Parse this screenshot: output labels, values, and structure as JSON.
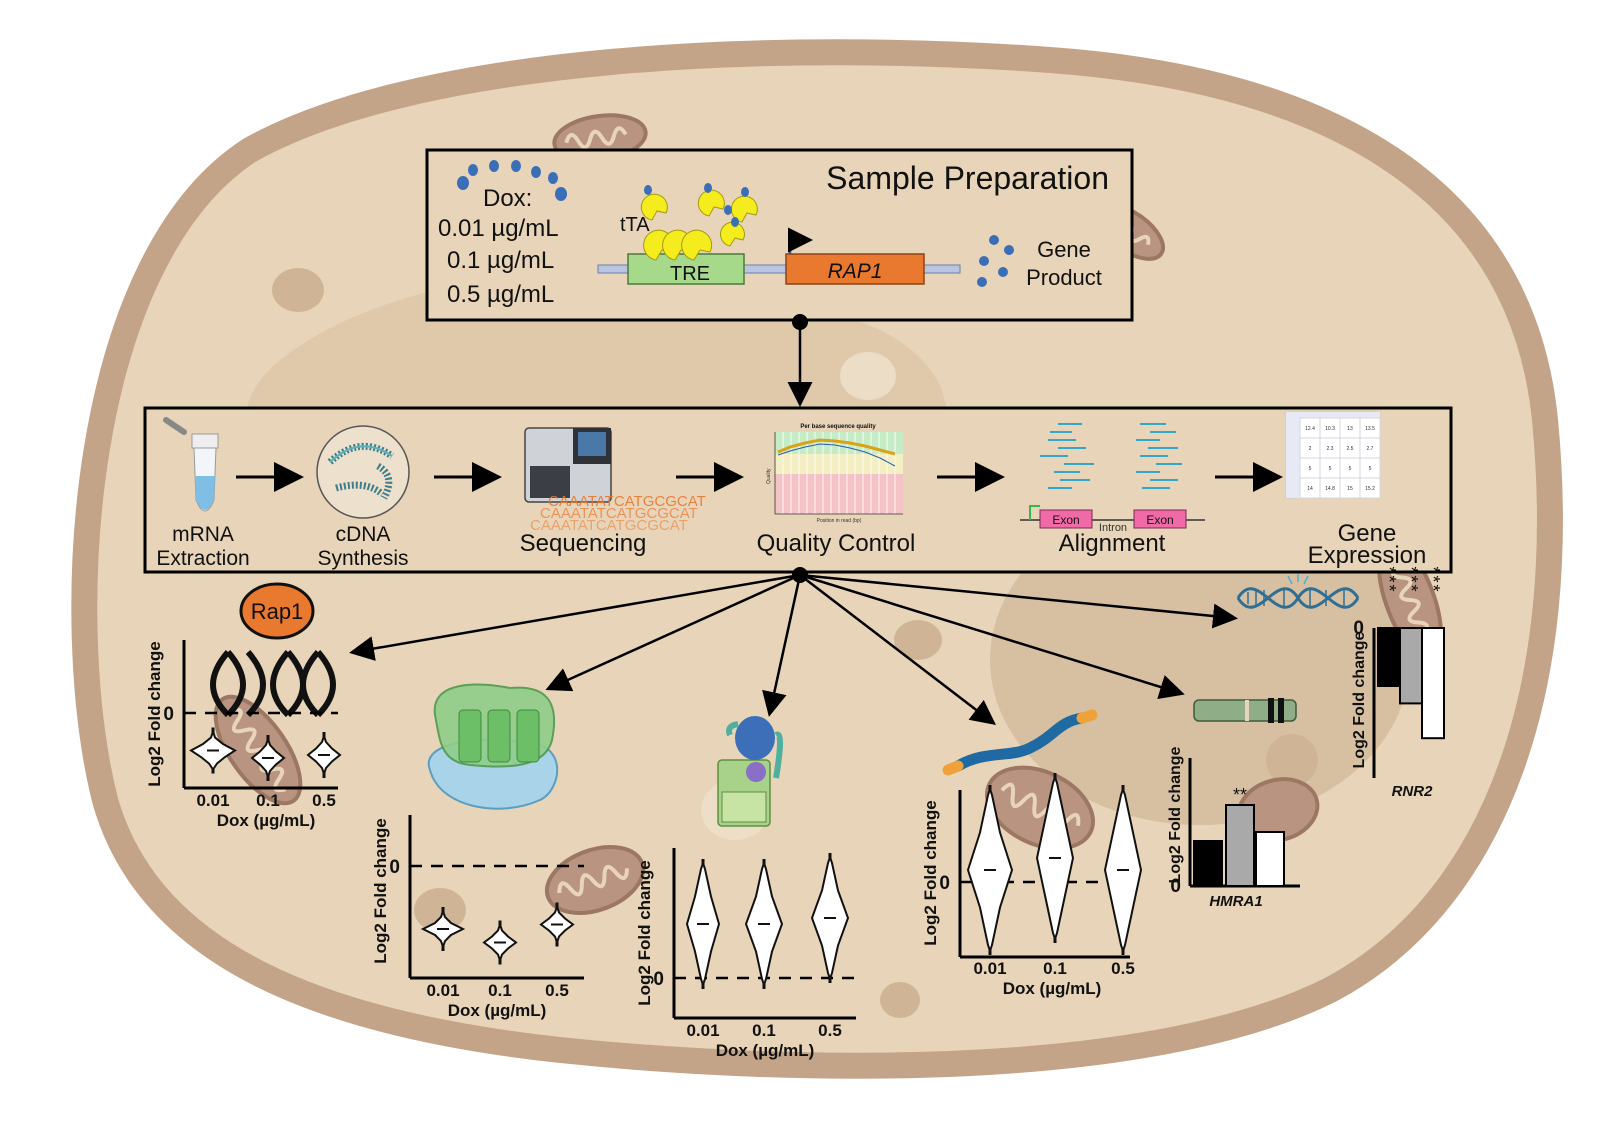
{
  "sample_prep": {
    "title": "Sample Preparation",
    "dox_label": "Dox:",
    "concentrations": [
      "0.01 µg/mL",
      "0.1 µg/mL",
      "0.5 µg/mL"
    ],
    "tta_label": "tTA",
    "tre_label": "TRE",
    "gene_label": "RAP1",
    "product_label_1": "Gene",
    "product_label_2": "Product"
  },
  "pipeline": {
    "steps": [
      {
        "line1": "mRNA",
        "line2": "Extraction"
      },
      {
        "line1": "cDNA",
        "line2": "Synthesis"
      },
      {
        "line1": "Sequencing",
        "line2": ""
      },
      {
        "line1": "Quality Control",
        "line2": ""
      },
      {
        "line1": "Alignment",
        "line2": ""
      },
      {
        "line1": "Gene",
        "line2": "Expression"
      }
    ],
    "qc_title": "Per base sequence quality",
    "qc_xlabel": "Position in read (bp)",
    "qc_ylabel": "Quality",
    "seq_text": "CAAATATCATGCGCAT",
    "exon_label": "Exon",
    "intron_label": "Intron",
    "table_values": [
      [
        "12.4",
        "10.3",
        "13",
        "13.5"
      ],
      [
        "2",
        "2.3",
        "2.5",
        "2.7"
      ],
      [
        "5",
        "5",
        "5",
        "5"
      ],
      [
        "14",
        "14.8",
        "15",
        "15.2"
      ]
    ]
  },
  "rap1_label": "Rap1",
  "axis_text": {
    "ylabel": "Log2 Fold change",
    "xlabel": "Dox (µg/mL)",
    "zero": "0",
    "ticks": [
      "0.01",
      "0.1",
      "0.5"
    ]
  },
  "bar_charts": {
    "hmra1": {
      "gene": "HMRA1",
      "significance": [
        "",
        "**",
        ""
      ]
    },
    "rnr2": {
      "gene": "RNR2",
      "significance": [
        "***",
        "***",
        "***"
      ]
    }
  },
  "colors": {
    "cell": "#e8d5b9",
    "cell_border": "#c4a488",
    "rap1_orange": "#e8792e",
    "tre_green": "#a6d98a",
    "tta_yellow": "#f4ec1c",
    "dox_blue": "#3a6fb8",
    "exon_pink": "#f06aa7"
  },
  "chart_data": [
    {
      "type": "violin",
      "group": "Rap1 binding targets",
      "categories": [
        "0.01",
        "0.1",
        "0.5"
      ],
      "values": [
        -0.25,
        -0.3,
        -0.28
      ],
      "ylabel": "Log2 Fold change",
      "xlabel": "Dox (µg/mL)",
      "reference_line": 0
    },
    {
      "type": "violin",
      "group": "ribosome biogenesis genes",
      "categories": [
        "0.01",
        "0.1",
        "0.5"
      ],
      "values": [
        -0.7,
        -0.85,
        -0.65
      ],
      "ylabel": "Log2 Fold change",
      "xlabel": "Dox (µg/mL)",
      "reference_line": 0
    },
    {
      "type": "violin",
      "group": "proteasome genes",
      "categories": [
        "0.01",
        "0.1",
        "0.5"
      ],
      "values": [
        0.45,
        0.45,
        0.5
      ],
      "ylabel": "Log2 Fold change",
      "xlabel": "Dox (µg/mL)",
      "reference_line": 0
    },
    {
      "type": "violin",
      "group": "telomere genes",
      "categories": [
        "0.01",
        "0.1",
        "0.5"
      ],
      "values": [
        0.05,
        0.1,
        0.05
      ],
      "ylabel": "Log2 Fold change",
      "xlabel": "Dox (µg/mL)",
      "reference_line": 0
    },
    {
      "type": "bar",
      "gene": "HMRA1",
      "categories": [
        "0.01",
        "0.1",
        "0.5"
      ],
      "values": [
        1.0,
        1.8,
        1.2
      ],
      "ylabel": "Log2 Fold change",
      "significance": [
        "",
        "**",
        ""
      ]
    },
    {
      "type": "bar",
      "gene": "RNR2",
      "categories": [
        "0.01",
        "0.1",
        "0.5"
      ],
      "values": [
        -1.0,
        -1.3,
        -1.9
      ],
      "ylabel": "Log2 Fold change",
      "significance": [
        "***",
        "***",
        "***"
      ]
    }
  ]
}
